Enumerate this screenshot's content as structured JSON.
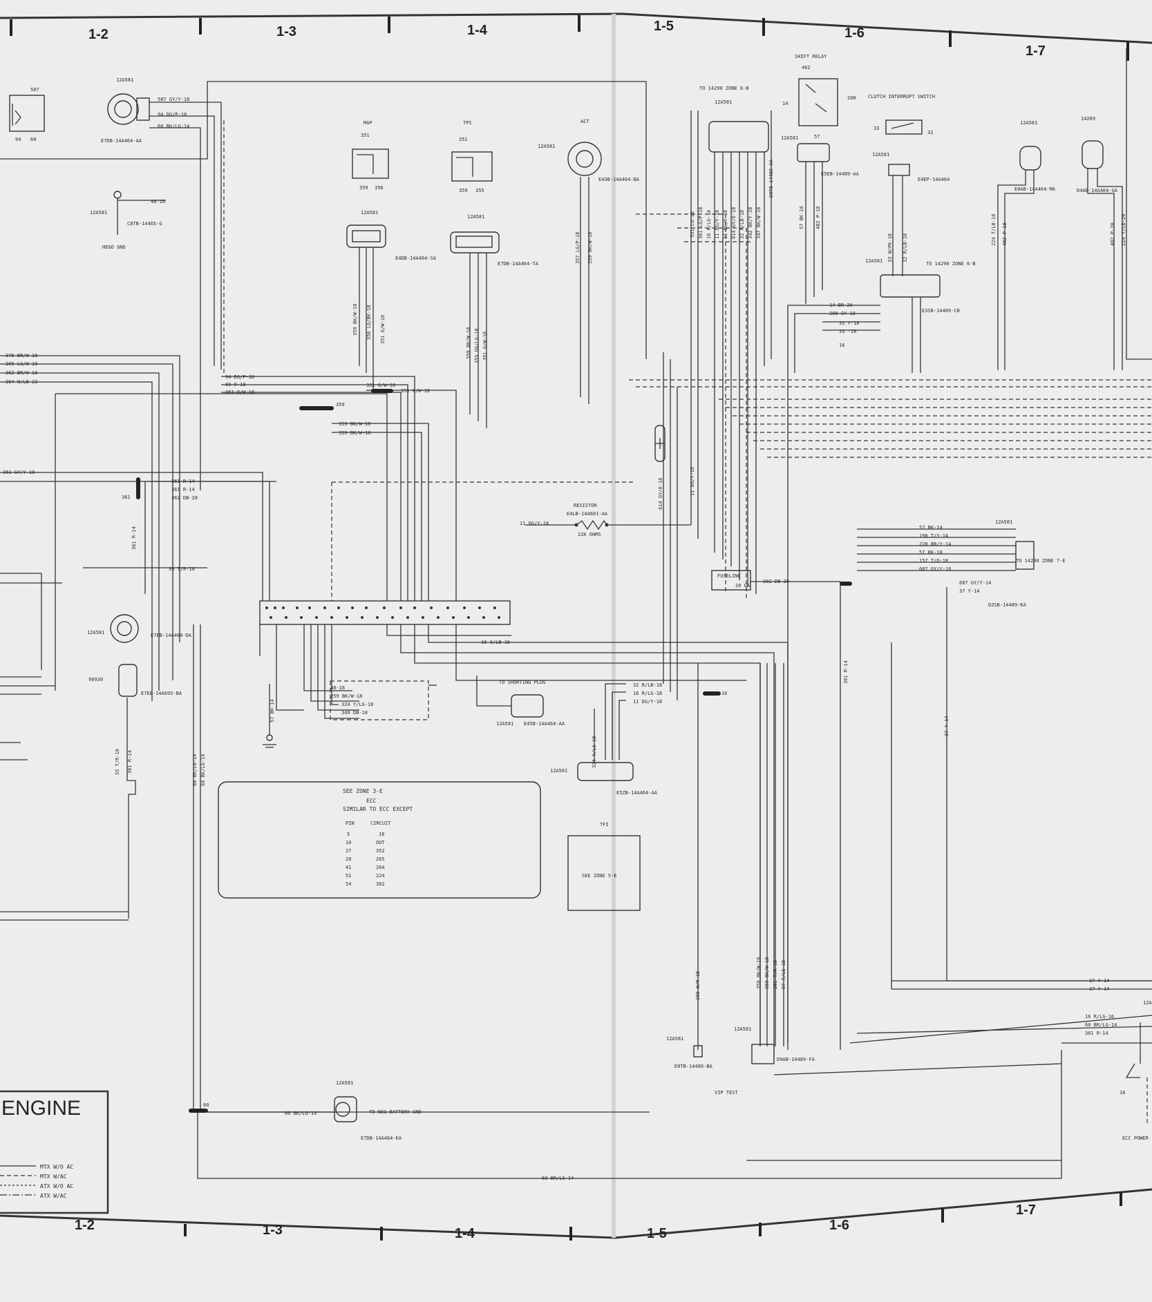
{
  "zones_top": [
    "1-2",
    "1-3",
    "1-4",
    "1-5",
    "1-6",
    "1-7"
  ],
  "zones_bottom": [
    "1-2",
    "1-3",
    "1-4",
    "1-5",
    "1-6",
    "1-7"
  ],
  "components": {
    "map": {
      "label": "MAP",
      "pins": "351",
      "pin_a": "359",
      "pin_b": "356",
      "connector": "12A581",
      "part": "E4DB-14A464-SA"
    },
    "tps": {
      "label": "TPS",
      "pins": "351",
      "pin_a": "359",
      "pin_b": "355",
      "connector": "12A581",
      "part": "E7DB-14A464-TA"
    },
    "act": {
      "label": "ACT",
      "connector": "12A581",
      "part": "E43B-14A464-BA"
    },
    "shift_relay": {
      "label": "SHIFT RELAY",
      "pin": "462",
      "left": "14",
      "right": "208",
      "bottom": "57"
    },
    "clutch": {
      "label": "CLUTCH INTERRUPT SWITCH",
      "left": "33",
      "right": "32"
    },
    "zone_6b": {
      "label": "TO 14290 ZONE 6-B",
      "connector": "12A581"
    },
    "zone_6b_2": {
      "label": "TO 14290 ZONE 6-B"
    },
    "zone_7e": {
      "label": "TO 14290 ZONE 7-E",
      "part": "D2SB-14489-KA",
      "connector": "12A581"
    },
    "egr_part": "E5EB-14489-AA",
    "e4ep": "E4EP-14A464",
    "e3sb": "E3SB-14489-CB",
    "e0ab": "E0AB-14A464-MA",
    "d4ab": "D4AB-14A464-GA",
    "conn_14289": "14289",
    "ego": {
      "connector": "12A581",
      "part": "E7DB-14A464-AA"
    },
    "hego": {
      "connector": "12A581",
      "part": "C8TB-14465-G",
      "label": "HEGO GND"
    },
    "resistor": {
      "label": "RESISTOR",
      "part": "E4LB-14A601-AA",
      "value": "22K OHMS"
    },
    "fuselink": {
      "label": "FUSELINK",
      "value": "20 GA"
    },
    "shorting": {
      "label": "TO SHORTING PLUG",
      "connector": "12A581",
      "part": "E45B-14A464-AA"
    },
    "e5zb": {
      "connector": "12A581",
      "part": "E5ZB-14A464-AA"
    },
    "e7eb": {
      "connector": "12A581",
      "part": "E7EB-14A464-DA"
    },
    "e7eb2": {
      "connector": "90930",
      "part": "E7EB-14A695-BA"
    },
    "vip": {
      "label": "VIP TEST",
      "connector": "12A581",
      "part": "D9AB-14489-FA"
    },
    "d9tb": {
      "connector": "12A581",
      "part": "D9TB-14489-BA"
    },
    "batt": {
      "connector": "12A581",
      "label": "TO NEG BATTERY GND",
      "part": "E7DB-14A464-KA"
    },
    "ecc_power": "ECC POWER",
    "tfi": {
      "label": "TFI",
      "note": "SEE ZONE 5-E"
    }
  },
  "ecc_box": {
    "see": "SEE ZONE 3-E",
    "title": "ECC",
    "subtitle": "SIMILAR TO ECC EXCEPT",
    "col_pin": "PIN",
    "col_circuit": "CIRCUIT",
    "rows": [
      [
        "5",
        "16"
      ],
      [
        "10",
        "OUT"
      ],
      [
        "27",
        "352"
      ],
      [
        "28",
        "265"
      ],
      [
        "41",
        "264"
      ],
      [
        "51",
        "224"
      ],
      [
        "54",
        "362"
      ]
    ]
  },
  "legend": {
    "title": "ENGINE",
    "items": [
      "MTX W/O AC",
      "MTX W/AC",
      "ATX W/O AC",
      "ATX W/AC"
    ]
  },
  "wire_labels": {
    "w1": "587 GY/Y-18",
    "w2": "94 DG/P-18",
    "w3": "60 BK/LG-14",
    "w4": "48-16",
    "w5": "376 BR/W-18",
    "w6": "265 LG/W-18",
    "w7": "362 BR/W-18",
    "w8": "264 W/LB-22",
    "w9": "94 DG/P-18",
    "w10": "89 O-18",
    "w11": "351 O/W-18",
    "w12": "351 O/W-18",
    "w13": "359",
    "w14": "359 BK/W-18",
    "w15": "359 BK/W-18",
    "w16": "361 R-14",
    "w17": "361 R-14",
    "w18": "362 DB-20",
    "w19": "361",
    "w20": "95 T/R-18",
    "w21": "11 DG/Y-18",
    "w22": "16 R/LG-16",
    "w23": "302 DB-20",
    "w24": "48-16",
    "w25": "259 BK/W-18",
    "w26": "324 Y/LG-18",
    "w27": "349 DB-18",
    "w28": "32 R/LB-18",
    "w29": "16 R/LG-18",
    "w30": "11 DG/Y-18",
    "w31": "16",
    "w32": "57 BK-14",
    "w33": "198 T/Y-14",
    "w34": "228 BR/Y-14",
    "w35": "57 BK-18",
    "w36": "157 T/O-18",
    "w37": "687 GY/Y-18",
    "w38": "687 GY/Y-14",
    "w39": "37 Y-14",
    "w40": "14 BR-20",
    "w41": "208 GY-18",
    "w42": "32 Y-18",
    "w43": "33 -18",
    "w44": "37 Y-14",
    "w45": "37 Y-14",
    "w46": "16 R/LG-16",
    "w47": "60 BR/LG-14",
    "w48": "361 R-14",
    "w49": "60 BK/LG-14",
    "w50": "60 BR/LG-14",
    "w51": "60",
    "w52": "57 BK-14",
    "w53": "361 R-14",
    "w54": "37 Y-14",
    "w55": "200 W/R-18",
    "w56": "359 BK/W-18",
    "w57": "359 BK/W-18",
    "w58": "201 T/R-18",
    "w59": "97 T/LG-18",
    "w60": "324 Y/LG-18",
    "w61": "55 T/R-18",
    "w62": "361 R-14",
    "w63": "60 BK/LG-14",
    "w64": "60 BK/LG-14",
    "w65": "614 GY/O-18",
    "w66": "11 DG/Y-18",
    "w67": "359 BK/W-18",
    "w68": "356 LG/BK-18",
    "w69": "351 O/W-18",
    "w70": "359 BK/W-18",
    "w71": "355 DG/LG-18",
    "w72": "351 O/W-18",
    "w73": "357 LG/P-18",
    "w74": "359 BK/W-18",
    "w75": "224 T/LB-18",
    "w76": "482 P-18",
    "w77": "57 BK-18",
    "w78": "482 P-18",
    "w79": "482 P-20",
    "w80": "224 T/LB-20",
    "w81": "33 W/PK-18",
    "w82": "32 R/LB-18",
    "v1": "531 LG-16",
    "v2": "361 LG/P-18",
    "v3": "16 R/LG-18",
    "v4": "11 DG/Y-18",
    "v5": "11 DG/Y-18",
    "v6": "614 GY/O-18",
    "v7": "32 R/LB-18",
    "v8": "342 BK/Y-18",
    "v9": "347 BK/W-18",
    "v10": "D9TB-14489-AA",
    "v11": "16 3/LB-16",
    "v12": "57 BK-14"
  },
  "connector_ids": {
    "c587": "587",
    "c94": "94",
    "c60": "60",
    "c12a": "12A581"
  }
}
